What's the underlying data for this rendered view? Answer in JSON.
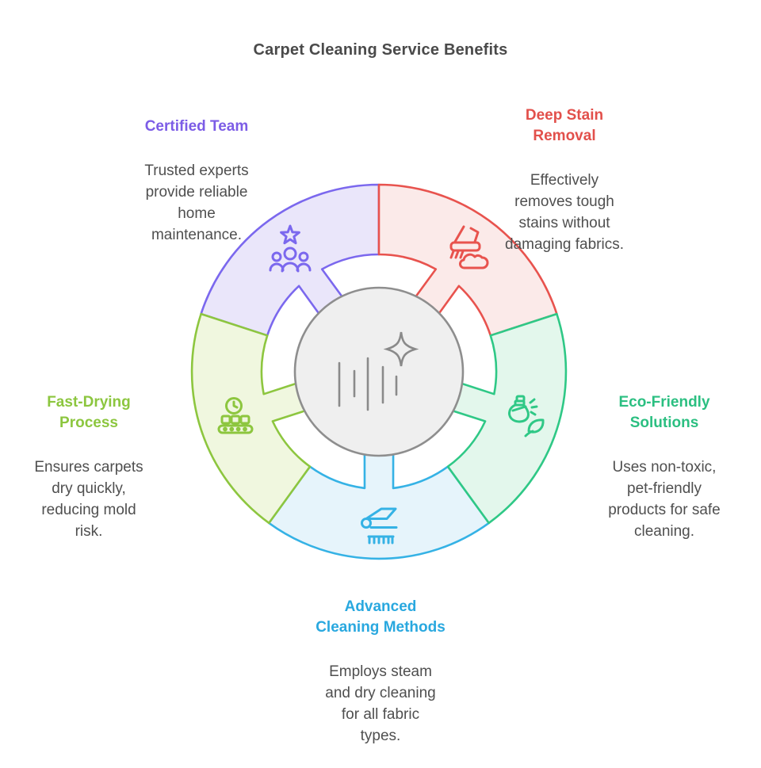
{
  "title": "Carpet Cleaning Service Benefits",
  "title_color": "#4A4A4A",
  "body_text_color": "#4F4F4F",
  "center": {
    "icon": "sparkle-carpet-fibers-icon",
    "circle_fill": "#EFEFEF",
    "circle_stroke": "#8E8E8E",
    "glyph_color": "#8A8A8A"
  },
  "segments": [
    {
      "id": "certified-team",
      "position": "top-left",
      "label_lines": [
        "Certified Team"
      ],
      "description_lines": [
        "Trusted experts",
        "provide reliable",
        "home",
        "maintenance."
      ],
      "icon": "team-star-icon",
      "stroke_color": "#7B68EE",
      "fill_color": "#EAE6FA",
      "label_color": "#7C5CE6"
    },
    {
      "id": "deep-stain-removal",
      "position": "top-right",
      "label_lines": [
        "Deep Stain",
        "Removal"
      ],
      "description_lines": [
        "Effectively",
        "removes tough",
        "stains without",
        "damaging fabrics."
      ],
      "icon": "scrub-brush-stain-icon",
      "stroke_color": "#E8534E",
      "fill_color": "#FBEAE9",
      "label_color": "#E2504B"
    },
    {
      "id": "eco-friendly-solutions",
      "position": "right",
      "label_lines": [
        "Eco-Friendly",
        "Solutions"
      ],
      "description_lines": [
        "Uses non-toxic,",
        "pet-friendly",
        "products for safe",
        "cleaning."
      ],
      "icon": "eco-spray-leaf-icon",
      "stroke_color": "#2FC886",
      "fill_color": "#E3F7EC",
      "label_color": "#2BBF81"
    },
    {
      "id": "advanced-cleaning-methods",
      "position": "bottom",
      "label_lines": [
        "Advanced",
        "Cleaning Methods"
      ],
      "description_lines": [
        "Employs steam",
        "and dry cleaning",
        "for all fabric",
        "types."
      ],
      "icon": "steam-cleaner-icon",
      "stroke_color": "#35B2E5",
      "fill_color": "#E6F4FB",
      "label_color": "#29A8DF"
    },
    {
      "id": "fast-drying-process",
      "position": "left",
      "label_lines": [
        "Fast-Drying",
        "Process"
      ],
      "description_lines": [
        "Ensures carpets",
        "dry quickly,",
        "reducing mold",
        "risk."
      ],
      "icon": "clock-conveyor-icon",
      "stroke_color": "#8DC63F",
      "fill_color": "#F0F7DF",
      "label_color": "#8CC63F"
    }
  ]
}
